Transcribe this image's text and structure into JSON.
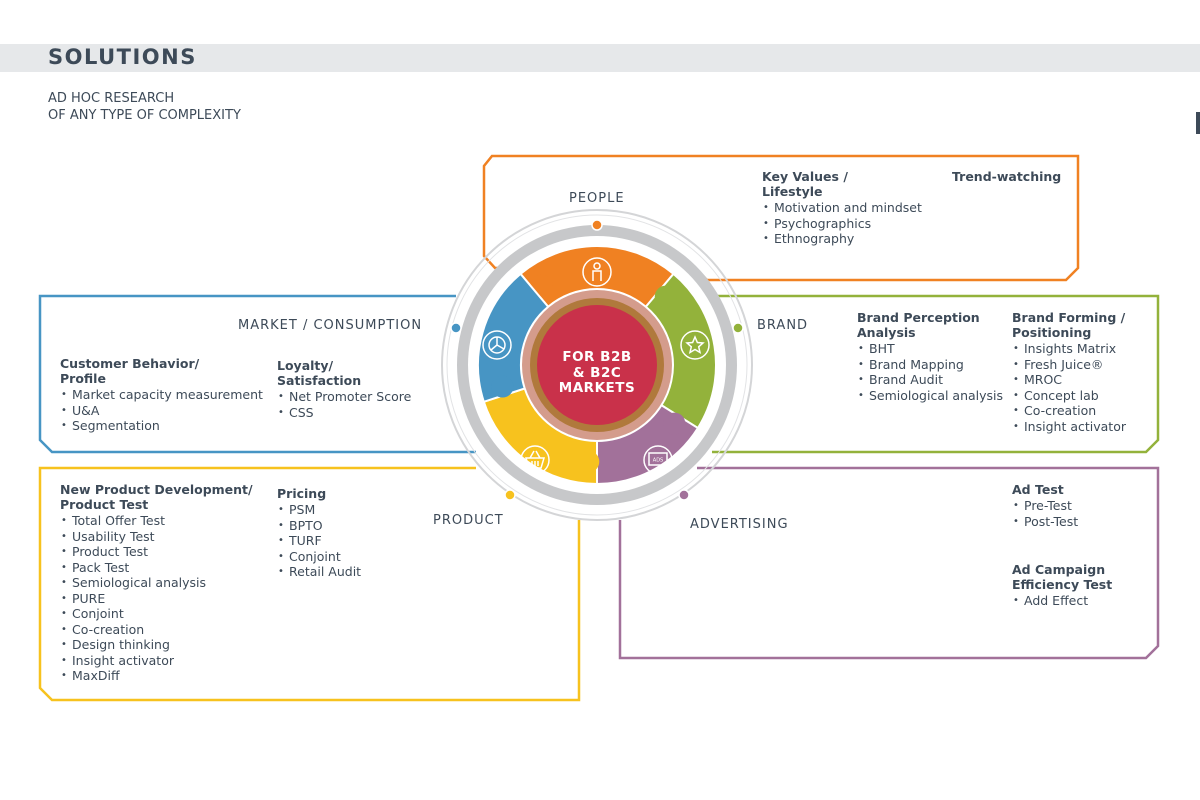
{
  "page": {
    "title": "SOLUTIONS",
    "subtitle": [
      "AD HOC RESEARCH",
      "OF ANY TYPE OF COMPLEXITY"
    ]
  },
  "center": {
    "lines": [
      "FOR B2B",
      "& B2C",
      "MARKETS"
    ]
  },
  "colors": {
    "people": "#f08122",
    "brand": "#93b23b",
    "advertising": "#a2719a",
    "product": "#f7c21e",
    "market": "#4795c4",
    "center": "#c9314a",
    "ring": "#c7c8ca",
    "text": "#3d4a58"
  },
  "segments": {
    "people": {
      "label": "PEOPLE",
      "icon": "person-icon",
      "groups": [
        {
          "heading": [
            "Key Values /",
            "Lifestyle"
          ],
          "items": [
            "Motivation and mindset",
            "Psychographics",
            "Ethnography"
          ]
        },
        {
          "heading": [
            "Trend-watching"
          ],
          "items": []
        }
      ]
    },
    "brand": {
      "label": "BRAND",
      "icon": "star-badge-icon",
      "groups": [
        {
          "heading": [
            "Brand Perception",
            "Analysis"
          ],
          "items": [
            "BHT",
            "Brand Mapping",
            "Brand Audit",
            "Semiological analysis"
          ]
        },
        {
          "heading": [
            "Brand Forming /",
            "Positioning"
          ],
          "items": [
            "Insights Matrix",
            "Fresh Juice®",
            "MROC",
            "Concept lab",
            "Co-creation",
            "Insight activator"
          ]
        }
      ]
    },
    "market": {
      "label": "MARKET / CONSUMPTION",
      "icon": "pie-chart-icon",
      "groups": [
        {
          "heading": [
            "Customer Behavior/",
            "Profile"
          ],
          "items": [
            "Market capacity measurement",
            "U&A",
            "Segmentation"
          ]
        },
        {
          "heading": [
            "Loyalty/",
            "Satisfaction"
          ],
          "items": [
            "Net Promoter Score",
            "CSS"
          ]
        }
      ]
    },
    "product": {
      "label": "PRODUCT",
      "icon": "basket-icon",
      "groups": [
        {
          "heading": [
            "New Product Development/",
            "Product Test"
          ],
          "items": [
            "Total Offer Test",
            "Usability Test",
            "Product Test",
            "Pack Test",
            "Semiological analysis",
            "PURE",
            "Conjoint",
            "Co-creation",
            "Design thinking",
            "Insight activator",
            "MaxDiff"
          ]
        },
        {
          "heading": [
            "Pricing"
          ],
          "items": [
            "PSM",
            "BPTO",
            "TURF",
            "Conjoint",
            "Retail Audit"
          ]
        }
      ]
    },
    "advertising": {
      "label": "ADVERTISING",
      "icon": "ads-screen-icon",
      "icon_text": "ADS",
      "groups": [
        {
          "heading": [
            "Ad Test"
          ],
          "items": [
            "Pre-Test",
            "Post-Test"
          ]
        },
        {
          "heading": [
            "Ad Campaign",
            "Efficiency Test"
          ],
          "items": [
            "Add Effect"
          ]
        }
      ]
    }
  }
}
